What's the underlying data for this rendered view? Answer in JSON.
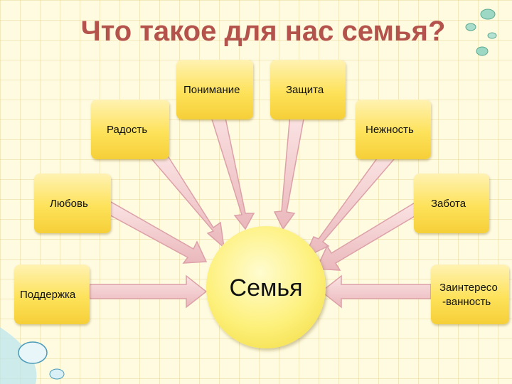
{
  "title": "Что такое для нас семья?",
  "center": "Семья",
  "nodes": [
    {
      "id": "ponimanie",
      "label": "Понимание"
    },
    {
      "id": "zashchita",
      "label": "Защита"
    },
    {
      "id": "radost",
      "label": "Радость"
    },
    {
      "id": "nezhnost",
      "label": "Нежность"
    },
    {
      "id": "lyubov",
      "label": "Любовь"
    },
    {
      "id": "zabota",
      "label": "Забота"
    },
    {
      "id": "podderzhka",
      "label": "Поддержка"
    },
    {
      "id": "zainteresovannost_1",
      "label": "Заинтересо"
    },
    {
      "id": "zainteresovannost_2",
      "label": "-ванность"
    }
  ],
  "colors": {
    "title": "#b4524c",
    "box": "#fde25a",
    "center": "#fdf07a",
    "arrow": "#f0c4c4",
    "arrow_stroke": "#dca0a8",
    "background": "#fffbe0"
  }
}
